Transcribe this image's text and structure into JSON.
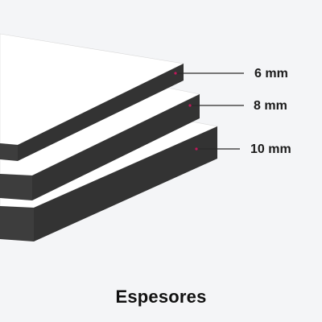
{
  "colors": {
    "background": "#f4f5f7",
    "panel_face": "#ffffff",
    "panel_edge": "#3d3d3d",
    "panel_edge_dark": "#333333",
    "leader_line": "#2a2a2a",
    "marker_dot": "#c2185b"
  },
  "labels": [
    {
      "text": "6 mm"
    },
    {
      "text": "8 mm"
    },
    {
      "text": "10 mm"
    }
  ],
  "caption": "Espesores"
}
